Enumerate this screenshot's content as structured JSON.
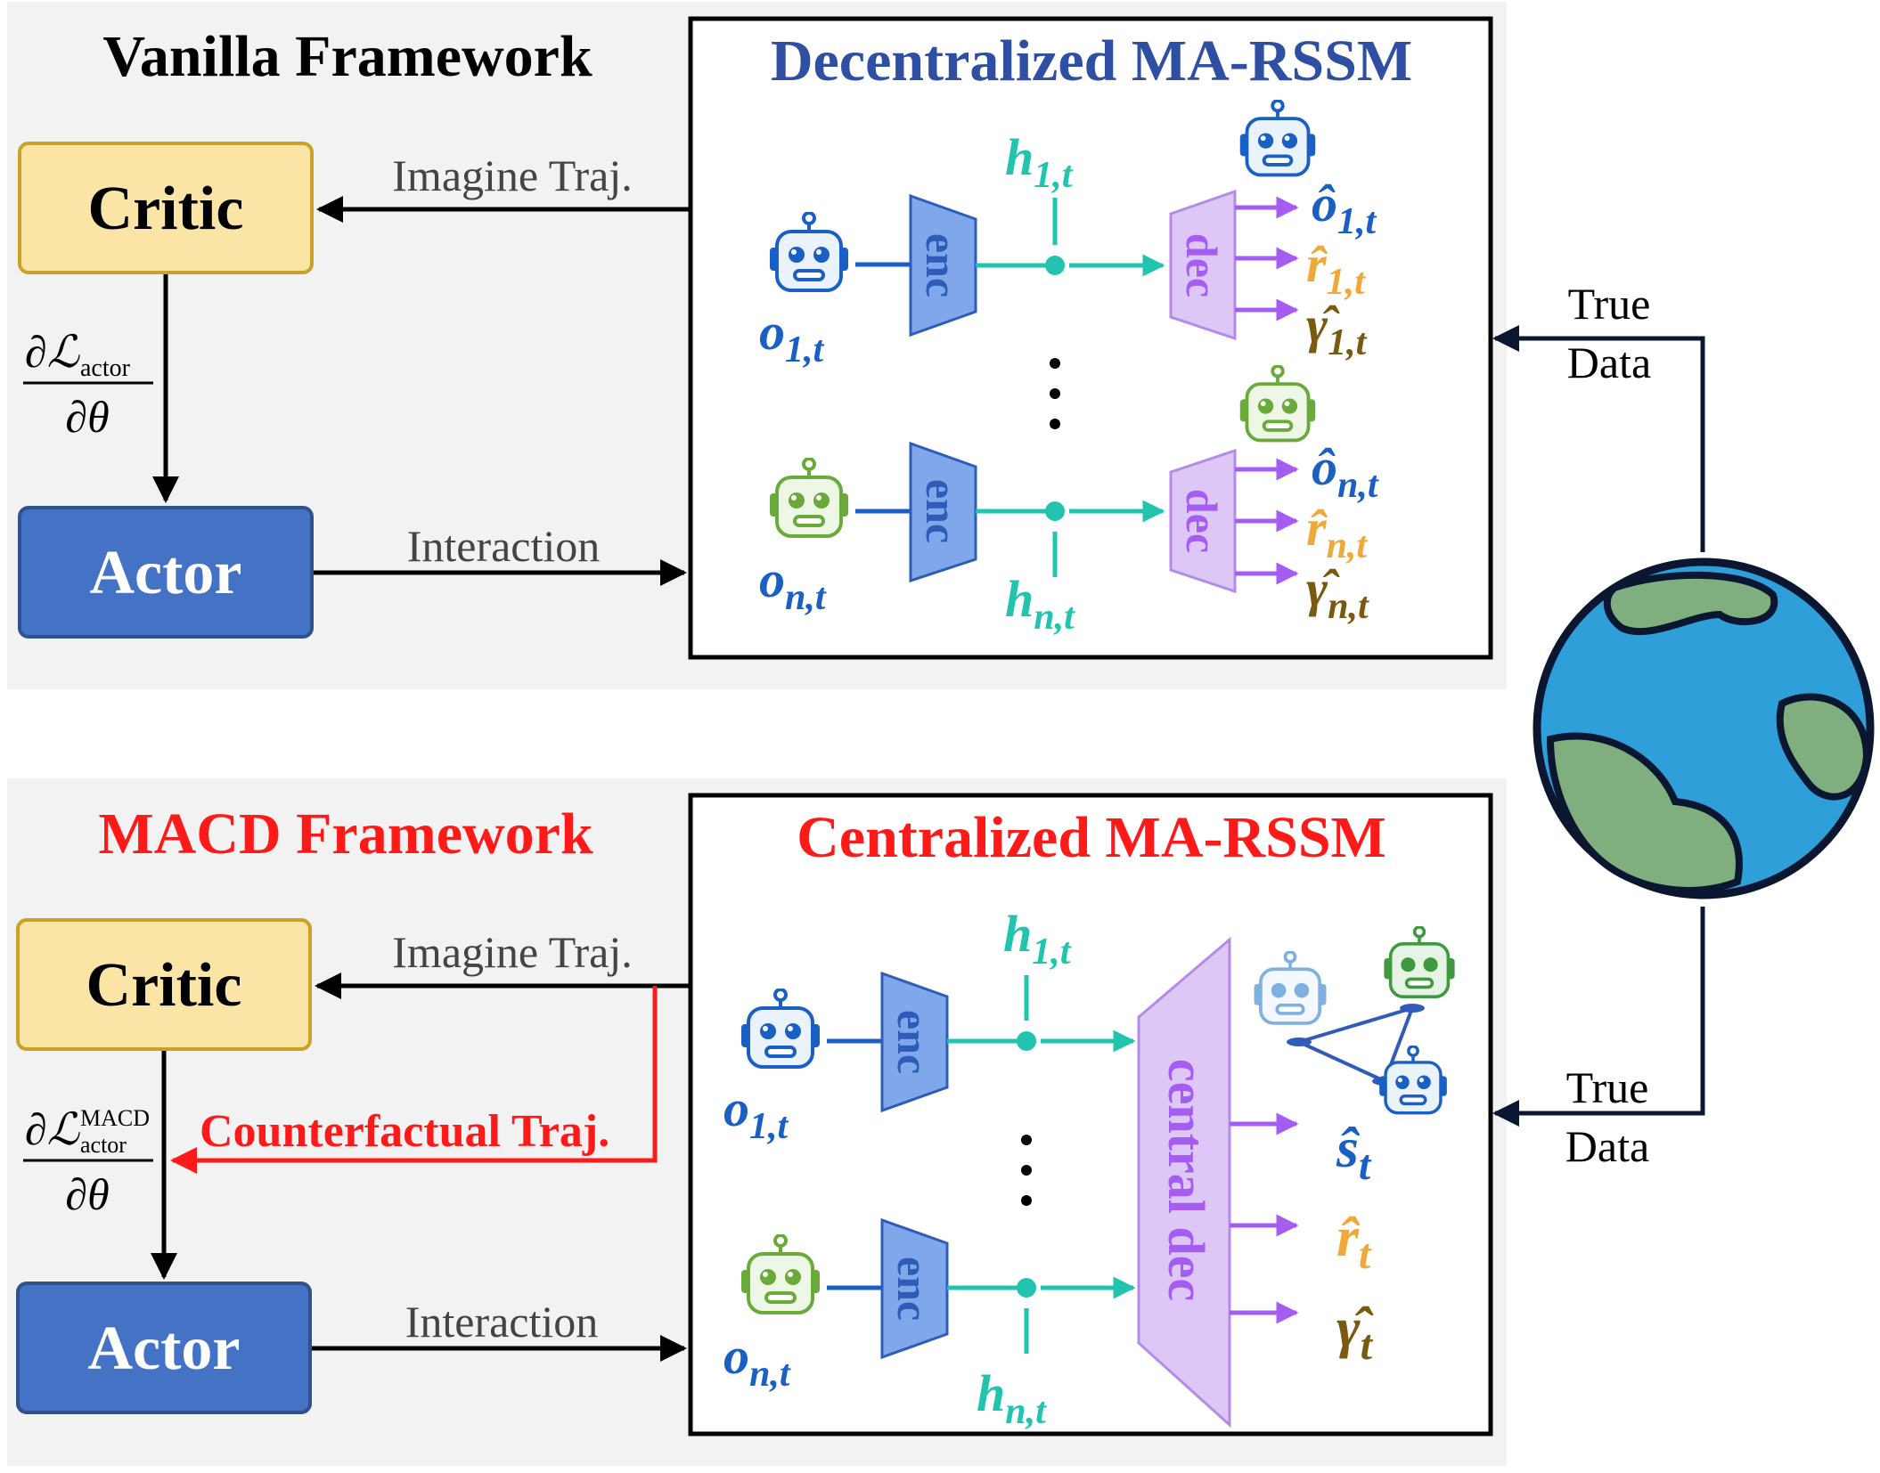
{
  "top": {
    "framework_title": "Vanilla Framework",
    "model_title": "Decentralized MA-RSSM",
    "critic": "Critic",
    "actor": "Actor",
    "imagine": "Imagine Traj.",
    "interaction": "Interaction",
    "grad": {
      "num": "∂ℒ",
      "sub": "actor",
      "sup": "",
      "den": "∂θ"
    },
    "rows": [
      {
        "obs_base": "o",
        "obs_sub": "1,t",
        "enc": "enc",
        "h_base": "h",
        "h_sub": "1,t",
        "dec": "dec",
        "outs": [
          {
            "base": "ô",
            "sub": "1,t",
            "color": "#1a5fc4"
          },
          {
            "base": "r̂",
            "sub": "1,t",
            "color": "#f0a83a"
          },
          {
            "base": "γ̂",
            "sub": "1,t",
            "color": "#7a5a10"
          }
        ]
      },
      {
        "obs_base": "o",
        "obs_sub": "n,t",
        "enc": "enc",
        "h_base": "h",
        "h_sub": "n,t",
        "dec": "dec",
        "outs": [
          {
            "base": "ô",
            "sub": "n,t",
            "color": "#1a5fc4"
          },
          {
            "base": "r̂",
            "sub": "n,t",
            "color": "#f0a83a"
          },
          {
            "base": "γ̂",
            "sub": "n,t",
            "color": "#7a5a10"
          }
        ]
      }
    ],
    "true_data": [
      "True",
      "Data"
    ]
  },
  "bottom": {
    "framework_title": "MACD Framework",
    "model_title": "Centralized MA-RSSM",
    "critic": "Critic",
    "actor": "Actor",
    "imagine": "Imagine Traj.",
    "counterfactual": "Counterfactual Traj.",
    "interaction": "Interaction",
    "grad": {
      "num": "∂ℒ",
      "sub": "actor",
      "sup": "MACD",
      "den": "∂θ"
    },
    "rows": [
      {
        "obs_base": "o",
        "obs_sub": "1,t",
        "enc": "enc",
        "h_base": "h",
        "h_sub": "1,t"
      },
      {
        "obs_base": "o",
        "obs_sub": "n,t",
        "enc": "enc",
        "h_base": "h",
        "h_sub": "n,t"
      }
    ],
    "central_dec": "central dec",
    "outs": [
      {
        "base": "ŝ",
        "sub": "t",
        "color": "#1a5fc4"
      },
      {
        "base": "r̂",
        "sub": "t",
        "color": "#f0a83a"
      },
      {
        "base": "γ̂",
        "sub": "t",
        "color": "#7a5a10"
      }
    ],
    "true_data": [
      "True",
      "Data"
    ]
  },
  "colors": {
    "panel_bg": "#f2f2f2",
    "critic_fill": "#fbe5a6",
    "critic_border": "#c9a227",
    "actor_fill": "#4472c4",
    "actor_border": "#2f528f",
    "enc_fill": "#7fa7ea",
    "enc_stroke": "#2e5cb8",
    "dec_fill": "#dcc7f7",
    "dec_stroke": "#b58be8",
    "teal": "#22c4b0",
    "purple_arrow": "#a55cf0",
    "blue_title": "#2f4fa3",
    "red_title": "#ff1a1a",
    "obs_blue": "#1a5fc4",
    "globe_ocean": "#2e9fd8",
    "globe_land": "#7fae7f"
  }
}
